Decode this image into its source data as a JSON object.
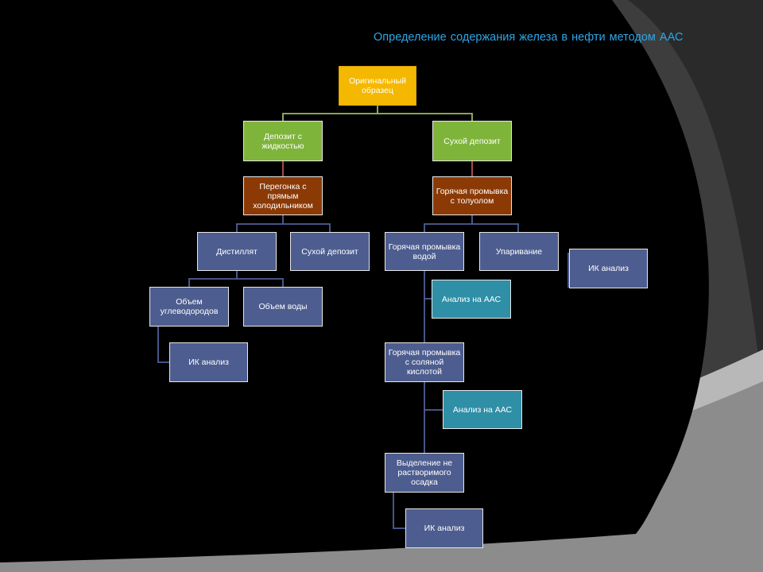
{
  "title": "Определение  содержания железа в нефти методом ААС",
  "nodes": {
    "original": "Оригинальный образец",
    "deposit_liquid": "Депозит с жидкостью",
    "dry_deposit_right": "Сухой депозит",
    "distillation": "Перегонка с прямым холодильником",
    "hot_wash_toluene": "Горячая промывка с толуолом",
    "distillate": "Дистиллят",
    "dry_deposit_left": "Сухой депозит",
    "hot_wash_water": "Горячая промывка водой",
    "evaporation": "Упаривание",
    "ir_evaporation": "ИК анализ",
    "hydrocarbon_volume": "Объем углеводородов",
    "water_volume": "Объем воды",
    "aas_water": "Анализ на ААС",
    "ir_hydrocarbon": "ИК анализ",
    "hot_wash_hcl": "Горячая промывка с соляной кислотой",
    "aas_hcl": "Анализ на ААС",
    "insoluble_residue": "Выделение не растворимого осадка",
    "ir_residue": "ИК анализ"
  },
  "colors": {
    "title": "#2ea6e6",
    "connector_green": "#9bbb59",
    "connector_brown": "#c0504d",
    "connector_blue": "#4f5f96"
  }
}
